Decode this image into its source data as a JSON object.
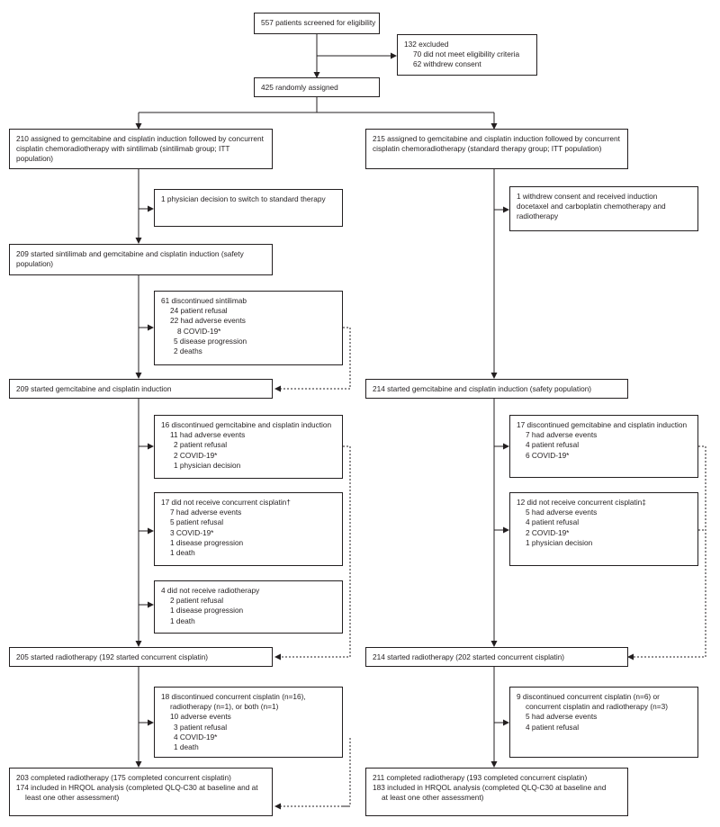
{
  "diagram": {
    "screened": "557 patients screened for eligibility",
    "excluded": [
      "132 excluded",
      "70 did not meet eligibility criteria",
      "62 withdrew consent"
    ],
    "randomised": "425 randomly assigned",
    "left": {
      "assigned": "210 assigned to gemcitabine and cisplatin induction followed by concurrent cisplatin chemoradiotherapy with sintilimab (sintilimab group; ITT population)",
      "exclusion1": "1 physician decision to switch to standard therapy",
      "started_sintilimab": "209 started sintilimab and gemcitabine and cisplatin induction (safety population)",
      "disc_sintilimab": [
        "61 discontinued sintilimab",
        "24 patient refusal",
        "22 had adverse events",
        "8 COVID-19*",
        "5 disease progression",
        "2 deaths"
      ],
      "started_induction": "209 started gemcitabine and cisplatin induction",
      "disc_induction": [
        "16 discontinued gemcitabine and cisplatin induction",
        "11 had adverse events",
        "2 patient refusal",
        "2 COVID-19*",
        "1 physician decision"
      ],
      "no_cisplatin": [
        "17 did not receive concurrent cisplatin†",
        "7 had adverse events",
        "5 patient refusal",
        "3 COVID-19*",
        "1 disease progression",
        "1 death"
      ],
      "no_radiotherapy": [
        "4 did not receive radiotherapy",
        "2 patient refusal",
        "1 disease progression",
        "1 death"
      ],
      "started_radiotherapy": "205 started radiotherapy (192 started concurrent cisplatin)",
      "disc_concurrent": [
        "18 discontinued concurrent cisplatin (n=16),",
        "radiotherapy (n=1), or both (n=1)",
        "10 adverse events",
        "3 patient refusal",
        "4 COVID-19*",
        "1 death"
      ],
      "completed": [
        "203 completed radiotherapy (175 completed concurrent cisplatin)",
        "174 included in HRQOL analysis (completed QLQ-C30 at baseline and at",
        "least one other assessment)"
      ]
    },
    "right": {
      "assigned": "215 assigned to gemcitabine and cisplatin induction followed by concurrent cisplatin chemoradiotherapy (standard therapy group; ITT population)",
      "exclusion1": "1 withdrew consent and received induction docetaxel and carboplatin chemotherapy and radiotherapy",
      "started_induction": "214 started gemcitabine and cisplatin induction (safety population)",
      "disc_induction": [
        "17 discontinued gemcitabine and cisplatin induction",
        "7 had adverse events",
        "4 patient refusal",
        "6 COVID-19*"
      ],
      "no_cisplatin": [
        "12 did not receive concurrent cisplatin‡",
        "5 had adverse events",
        "4 patient refusal",
        "2 COVID-19*",
        "1 physician decision"
      ],
      "started_radiotherapy": "214 started radiotherapy (202 started concurrent cisplatin)",
      "disc_concurrent": [
        "9 discontinued concurrent cisplatin (n=6) or",
        "concurrent cisplatin and radiotherapy (n=3)",
        "5 had adverse events",
        "4 patient refusal"
      ],
      "completed": [
        "211 completed radiotherapy (193 completed concurrent cisplatin)",
        "183 included in HRQOL analysis (completed QLQ-C30 at baseline and",
        "at least one other assessment)"
      ]
    }
  }
}
